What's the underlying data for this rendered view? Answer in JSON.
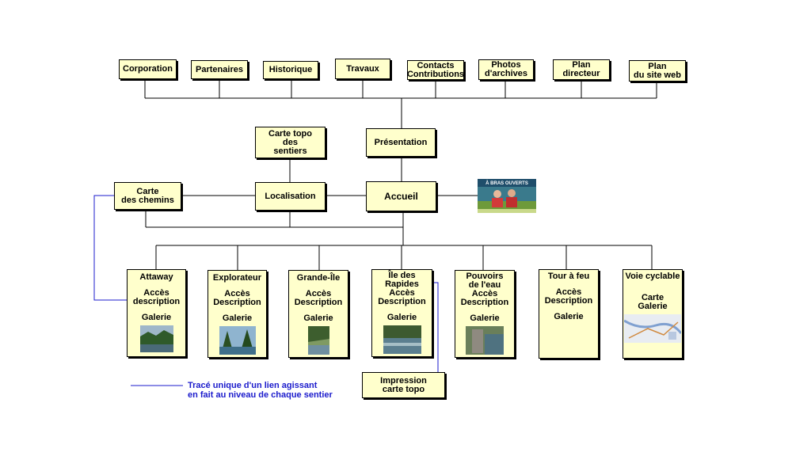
{
  "top_boxes": {
    "corporation": "Corporation",
    "partenaires": "Partenaires",
    "historique": "Historique",
    "travaux": "Travaux",
    "contacts": [
      "Contacts",
      "Contributions"
    ],
    "photos": [
      "Photos",
      "d'archives"
    ],
    "plan_directeur": [
      "Plan",
      "directeur"
    ],
    "plan_site": [
      "Plan",
      "du site web"
    ]
  },
  "middle_boxes": {
    "carte_topo": [
      "Carte topo",
      "des",
      "sentiers"
    ],
    "presentation": "Présentation",
    "carte_chemins": [
      "Carte",
      "des chemins"
    ],
    "localisation": "Localisation",
    "accueil": "Accueil"
  },
  "banner": {
    "text": "À BRAS OUVERTS"
  },
  "trails": [
    {
      "title": [
        "Attaway"
      ],
      "lines": [
        "Accès",
        "description"
      ],
      "gallery": "Galerie"
    },
    {
      "title": [
        "Explorateur"
      ],
      "lines": [
        "Accès",
        "Description"
      ],
      "gallery": "Galerie"
    },
    {
      "title": [
        "Grande-Île"
      ],
      "lines": [
        "Accès",
        "Description"
      ],
      "gallery": "Galerie"
    },
    {
      "title": [
        "Île des",
        "Rapides"
      ],
      "lines": [
        "Accès",
        "Description"
      ],
      "gallery": "Galerie"
    },
    {
      "title": [
        "Pouvoirs",
        "de l'eau"
      ],
      "lines": [
        "Accès",
        "Description"
      ],
      "gallery": "Galerie"
    },
    {
      "title": [
        "Tour à feu"
      ],
      "lines": [
        "Accès",
        "Description"
      ],
      "gallery": "Galerie"
    },
    {
      "title": [
        "Voie cyclable"
      ],
      "lines": [
        "Carte",
        "Galerie"
      ],
      "gallery": ""
    }
  ],
  "impression": [
    "Impression",
    "carte topo"
  ],
  "legend": [
    "Tracé unique d'un lien agissant",
    "en fait au niveau de chaque sentier"
  ],
  "colors": {
    "box_fill": "#ffffcc",
    "link_blue": "#1b1bcc",
    "line": "#000000"
  }
}
